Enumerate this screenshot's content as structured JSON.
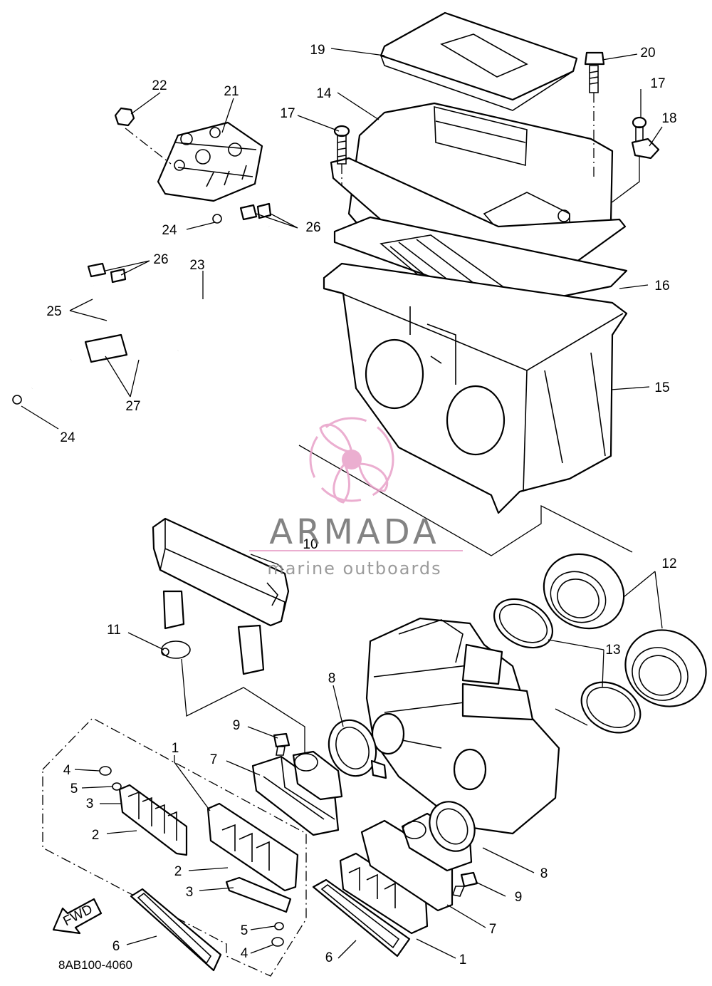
{
  "diagram": {
    "code": "8AB100-4060",
    "direction_label": "FWD",
    "callouts": {
      "c1a": "1",
      "c1b": "1",
      "c2a": "2",
      "c2b": "2",
      "c3a": "3",
      "c3b": "3",
      "c4a": "4",
      "c4b": "4",
      "c5a": "5",
      "c5b": "5",
      "c6a": "6",
      "c6b": "6",
      "c7a": "7",
      "c7b": "7",
      "c8a": "8",
      "c8b": "8",
      "c9a": "9",
      "c9b": "9",
      "c10": "10",
      "c11": "11",
      "c12": "12",
      "c13": "13",
      "c14": "14",
      "c15": "15",
      "c16": "16",
      "c17a": "17",
      "c17b": "17",
      "c18": "18",
      "c19": "19",
      "c20": "20",
      "c21": "21",
      "c22": "22",
      "c23": "23",
      "c24a": "24",
      "c24b": "24",
      "c25": "25",
      "c26a": "26",
      "c26b": "26",
      "c27": "27"
    }
  },
  "watermark": {
    "name": "ARMADA",
    "tagline": "marine outboards",
    "logo_icon": "propeller-icon",
    "color": "#e8a0c8"
  }
}
